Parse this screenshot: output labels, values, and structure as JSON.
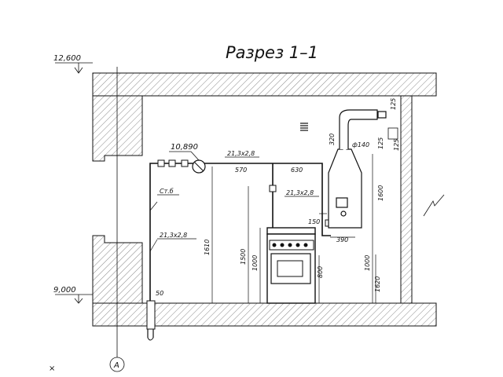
{
  "drawing": {
    "title": "Разрез 1–1",
    "axis_label": "А",
    "corner_mark": "×"
  },
  "levels": {
    "top": "12,600",
    "bottom": "9,000",
    "gas_pipe": "10,890"
  },
  "pipes": {
    "main_spec": "21,3х2,8",
    "riser_spec": "21,3х2,8",
    "stove_spec": "21,3х2,8",
    "sleeve": "Ст.б",
    "seg_1": "570",
    "seg_2": "630",
    "stove_branch": "150"
  },
  "dims": {
    "riser_height": "1610",
    "d_1500": "1500",
    "d_1000_left": "1000",
    "d_800": "800",
    "d_1000_right": "1000",
    "d_1600": "1600",
    "d_1620": "1620",
    "d_390": "390",
    "d_320": "320",
    "d_140": "ф140",
    "d_125_a": "125",
    "d_125_b": "125",
    "d_125_c": "125",
    "d_50": "50"
  },
  "colors": {
    "line": "#111111",
    "hatch": "#555555",
    "wall_fill": "#ffffff"
  }
}
